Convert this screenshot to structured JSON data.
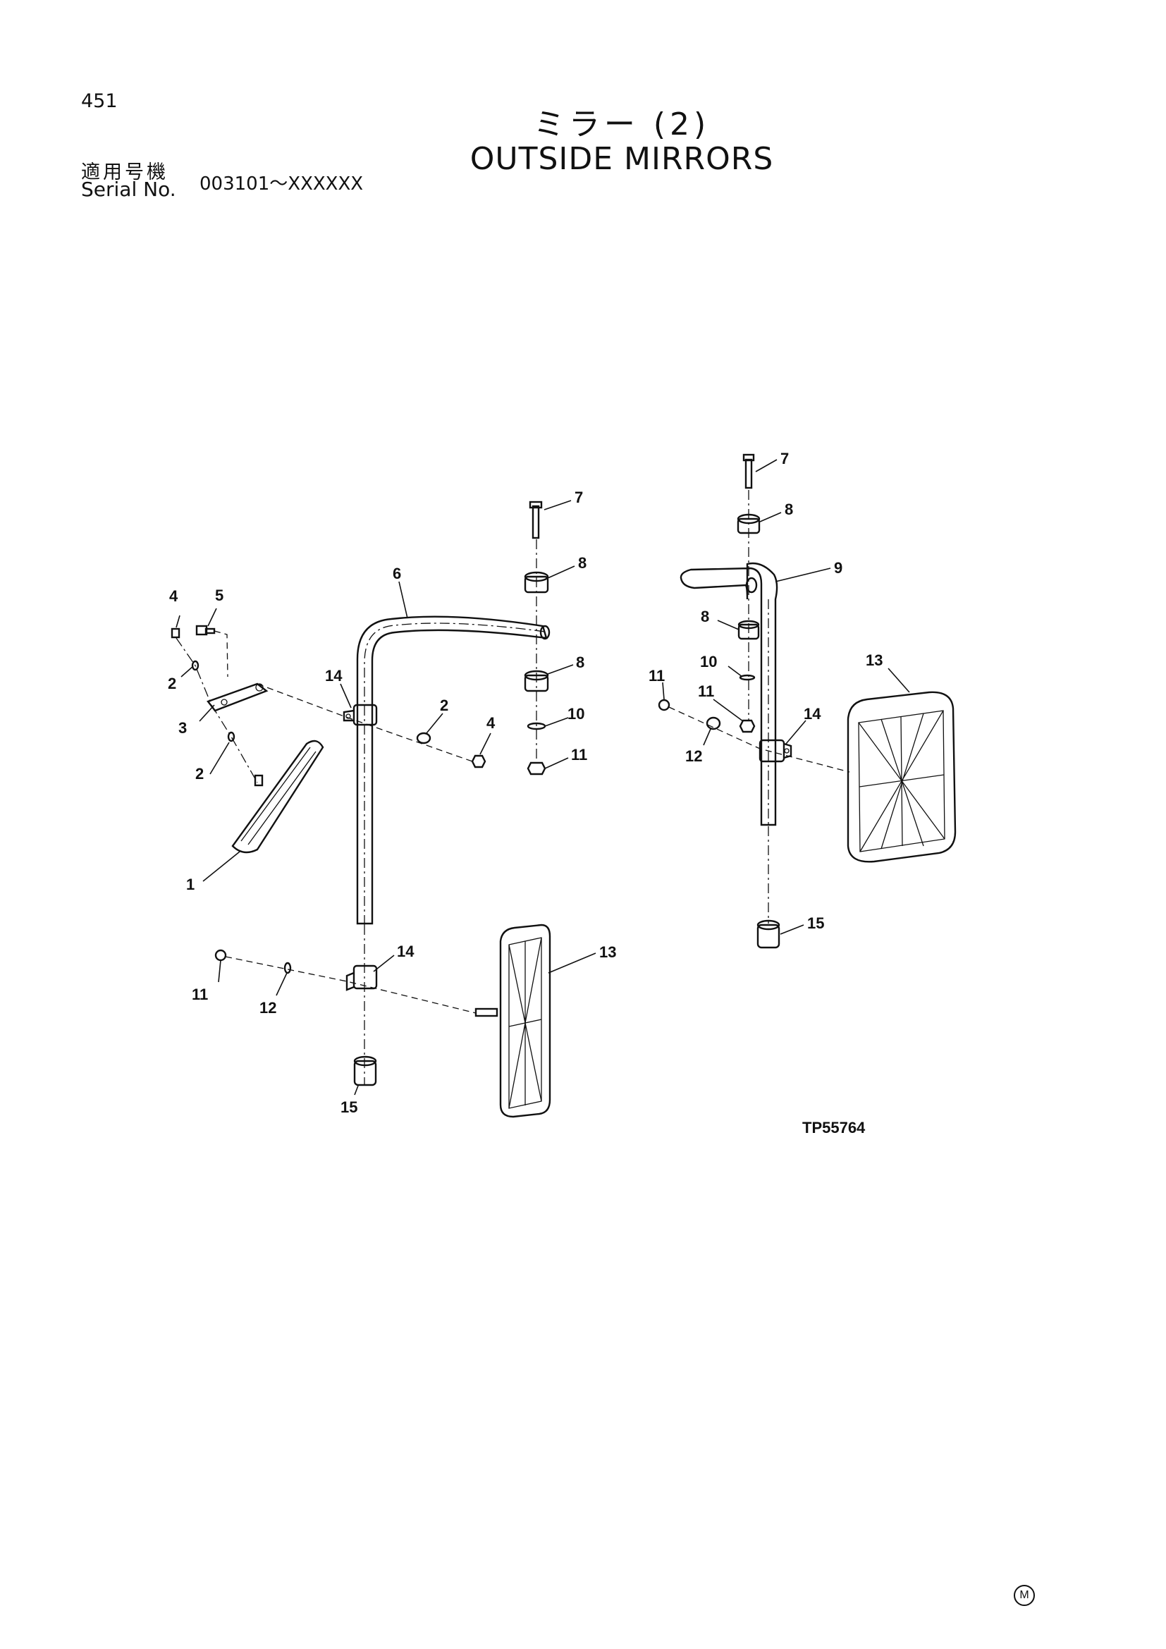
{
  "header": {
    "page_number": "451",
    "title_jp": "ミラー (2)",
    "title_en": "OUTSIDE MIRRORS",
    "serial_label_jp": "適用号機",
    "serial_label_en": "Serial No.",
    "serial_range": "003101～XXXXXX"
  },
  "figure_code": "TP55764",
  "mark": "M",
  "callouts": {
    "left": {
      "c1": "1",
      "c2a": "2",
      "c2b": "2",
      "c2c": "2",
      "c3": "3",
      "c4a": "4",
      "c4b": "4",
      "c5": "5",
      "c6": "6",
      "c7": "7",
      "c8a": "8",
      "c8b": "8",
      "c10": "10",
      "c11a": "11",
      "c11b": "11",
      "c12": "12",
      "c13": "13",
      "c14a": "14",
      "c14b": "14",
      "c15": "15"
    },
    "right": {
      "c7": "7",
      "c8a": "8",
      "c8b": "8",
      "c9": "9",
      "c10": "10",
      "c11a": "11",
      "c11b": "11",
      "c12": "12",
      "c13": "13",
      "c14": "14",
      "c15": "15"
    }
  }
}
